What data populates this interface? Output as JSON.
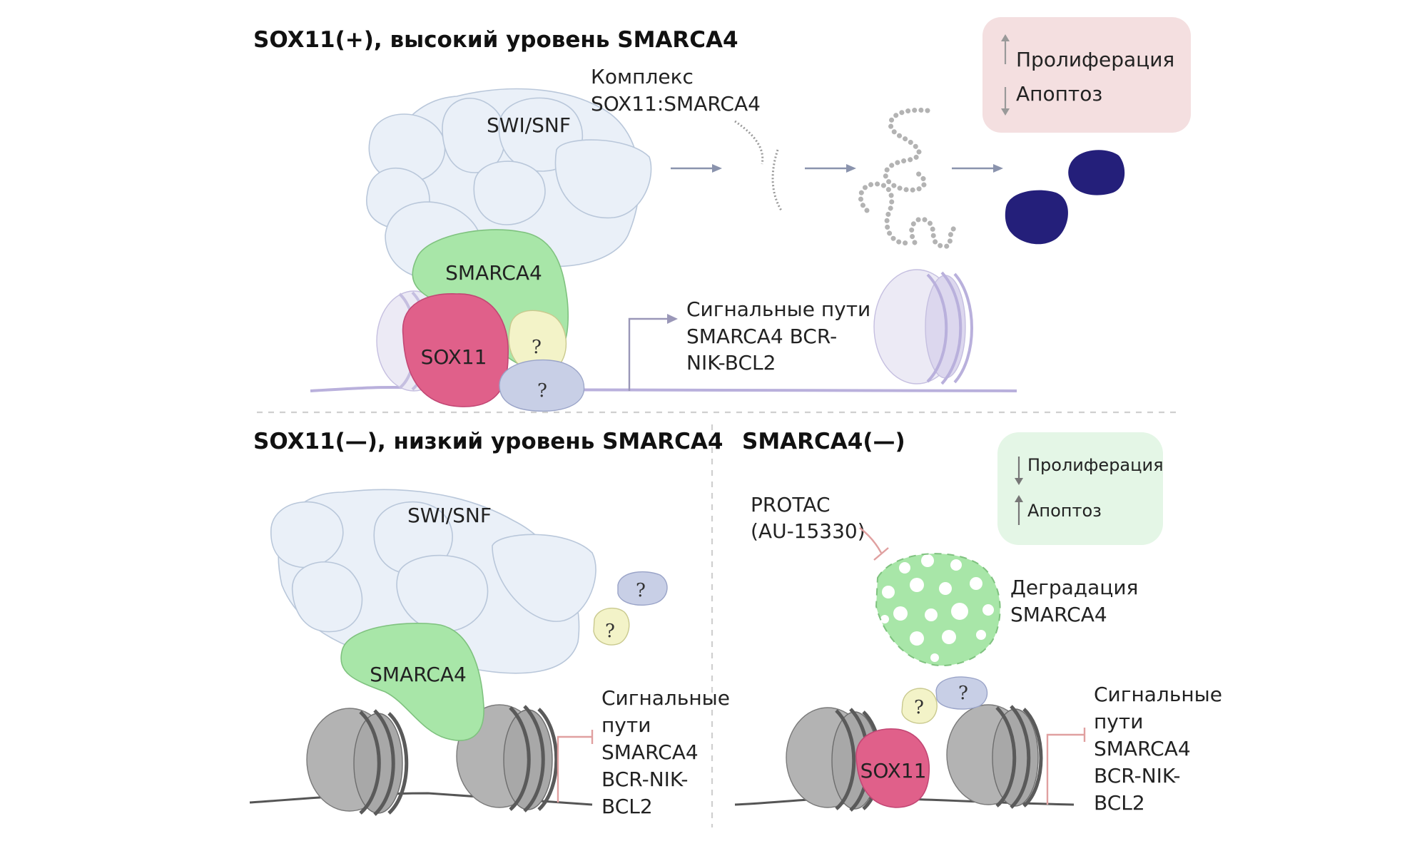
{
  "panels": {
    "top": {
      "title": "SOX11(+), высокий уровень SMARCA4",
      "swi_snf": "SWI/SNF",
      "smarca4": "SMARCA4",
      "sox11": "SOX11",
      "unknown1": "?",
      "unknown2": "?",
      "complex_label": [
        "Комплекс",
        "SOX11:SMARCA4"
      ],
      "pathways_label": [
        "Сигнальные пути",
        "SMARCA4 BCR-",
        "NIK-BCL2"
      ],
      "outcome": {
        "proliferation": "Пролиферация",
        "apoptosis": "Апоптоз"
      }
    },
    "bottom_left": {
      "title": "SOX11(—), низкий уровень SMARCA4",
      "swi_snf": "SWI/SNF",
      "smarca4": "SMARCA4",
      "unknown1": "?",
      "unknown2": "?",
      "pathways_label": [
        "Сигнальные",
        "пути",
        "SMARCA4",
        "BCR-NIK-",
        "BCL2"
      ]
    },
    "bottom_right": {
      "title": "SMARCA4(—)",
      "protac_label": [
        "PROTAC",
        "(AU-15330)"
      ],
      "degradation_label": [
        "Деградация",
        "SMARCA4"
      ],
      "sox11": "SOX11",
      "unknown1": "?",
      "unknown2": "?",
      "pathways_label": [
        "Сигнальные",
        "пути",
        "SMARCA4",
        "BCR-NIK-",
        "BCL2"
      ],
      "outcome": {
        "proliferation": "Пролиферация",
        "apoptosis": "Апоптоз"
      }
    }
  },
  "colors": {
    "swi_snf": "#eaf0f8",
    "smarca4": "#a8e6a8",
    "sox11": "#e0608a",
    "unknown_yellow": "#f3f3c8",
    "unknown_blue": "#c8cfe6",
    "cells": "#241f7a",
    "up_box": "#f4dfe0",
    "down_box": "#e4f6e6",
    "inhibit": "#e0a0a0"
  }
}
